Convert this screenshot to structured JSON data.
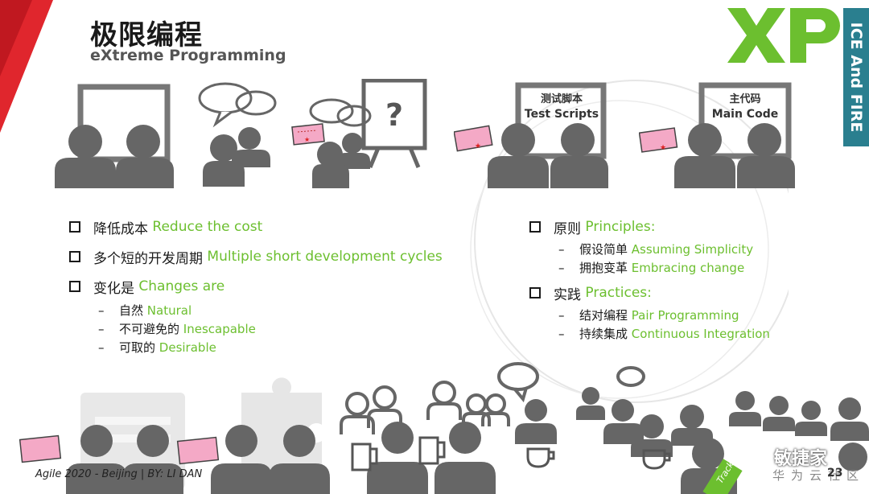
{
  "slide": {
    "title_zh": "极限编程",
    "title_en": "eXtreme Programming",
    "logo_text": "XP",
    "banner_text": "ICE And FIRE",
    "accent_color": "#6cbf2f",
    "banner_color": "#2a7f8f",
    "brand_red": "#e0262d"
  },
  "screens": {
    "test_scripts": {
      "zh": "测试脚本",
      "en": "Test Scripts"
    },
    "main_code": {
      "zh": "主代码",
      "en": "Main Code"
    },
    "question_mark": "?"
  },
  "left_list": {
    "items": [
      {
        "zh": "降低成本",
        "en": "Reduce the cost"
      },
      {
        "zh": "多个短的开发周期",
        "en": "Multiple short development cycles"
      },
      {
        "zh": "变化是",
        "en": "Changes are"
      }
    ],
    "sub_items": [
      {
        "zh": "自然",
        "en": "Natural"
      },
      {
        "zh": "不可避免的",
        "en": "Inescapable"
      },
      {
        "zh": "可取的",
        "en": "Desirable"
      }
    ],
    "dash": "–"
  },
  "right_list": {
    "principles": {
      "zh": "原则",
      "en": "Principles:"
    },
    "principle_items": [
      {
        "zh": "假设简单",
        "en": "Assuming Simplicity"
      },
      {
        "zh": "拥抱变革",
        "en": "Embracing change"
      }
    ],
    "practices": {
      "zh": "实践",
      "en": "Practices:"
    },
    "practice_items": [
      {
        "zh": "结对编程",
        "en": "Pair Programming"
      },
      {
        "zh": "持续集成",
        "en": "Continuous Integration"
      }
    ]
  },
  "footer": {
    "credit": "Agile 2020 - Beijing | BY: LI DAN",
    "watermark_name": "敏捷家",
    "watermark_sub": "华为云社区",
    "page_number": "23",
    "tracker_label": "Tracker"
  }
}
